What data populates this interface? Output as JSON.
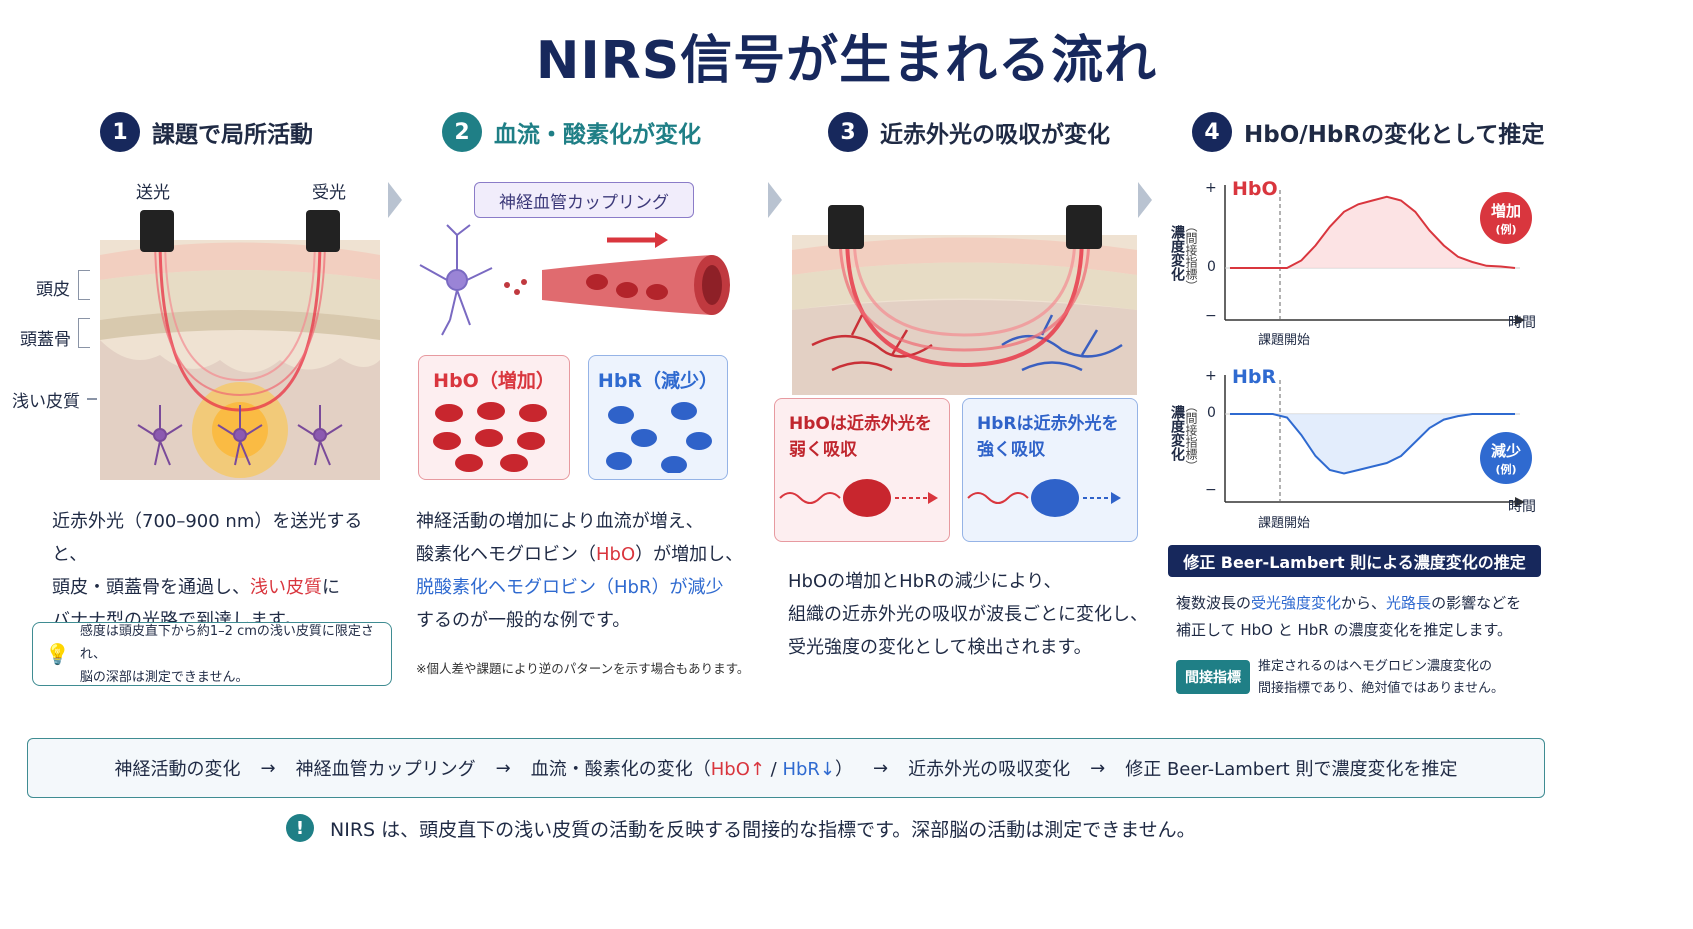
{
  "title": "NIRS信号が生まれる流れ",
  "colors": {
    "navy": "#17285c",
    "teal": "#1f7f86",
    "red": "#d9363e",
    "blue": "#2f6ad0"
  },
  "step1": {
    "num": "1",
    "heading": "課題で局所活動",
    "label_emit": "送光",
    "label_receive": "受光",
    "label_scalp": "頭皮",
    "label_skull": "頭蓋骨",
    "label_cortex": "浅い皮質",
    "text_line1": "近赤外光（700–900 nm）を送光すると、",
    "text_line2a": "頭皮・頭蓋骨を通過し、",
    "text_line2b": "浅い皮質",
    "text_line2c": "に",
    "text_line3": "バナナ型の光路で到達します。",
    "note_line1": "感度は頭皮直下から約1–2 cmの浅い皮質に限定され、",
    "note_line2": "脳の深部は測定できません。"
  },
  "step2": {
    "num": "2",
    "heading": "血流・酸素化が変化",
    "coupling_label": "神経血管カップリング",
    "hbo_title": "HbO（増加）",
    "hbr_title": "HbR（減少）",
    "text_line1": "神経活動の増加により血流が増え、",
    "text_line2a": "酸素化ヘモグロビン（",
    "text_line2b": "HbO",
    "text_line2c": "）が増加し、",
    "text_line3": "脱酸素化ヘモグロビン（HbR）が減少",
    "text_line4": "するのが一般的な例です。",
    "note": "※個人差や課題により逆のパターンを示す場合もあります。"
  },
  "step3": {
    "num": "3",
    "heading": "近赤外光の吸収が変化",
    "hbo_line1": "HbOは近赤外光を",
    "hbo_line2": "弱く吸収",
    "hbr_line1": "HbRは近赤外光を",
    "hbr_line2": "強く吸収",
    "text_line1": "HbOの増加とHbRの減少により、",
    "text_line2": "組織の近赤外光の吸収が波長ごとに変化し、",
    "text_line3": "受光強度の変化として検出されます。"
  },
  "step4": {
    "num": "4",
    "heading": "HbO/HbRの変化として推定",
    "ylabel": "濃度変化",
    "ylabel_sub": "（間接指標）",
    "plus": "+",
    "zero": "0",
    "minus": "−",
    "xlabel": "時間",
    "onset": "課題開始",
    "hbo_label": "HbO",
    "hbr_label": "HbR",
    "inc_label": "増加",
    "dec_label": "減少",
    "ex_label": "(例)",
    "method_title": "修正 Beer-Lambert 則による濃度変化の推定",
    "method_line1a": "複数波長の",
    "method_line1b": "受光強度変化",
    "method_line1c": "から、",
    "method_line1d": "光路長",
    "method_line1e": "の影響などを",
    "method_line2": "補正して HbO と HbR の濃度変化を推定します。",
    "indirect_tag": "間接指標",
    "indirect_line1": "推定されるのはヘモグロビン濃度変化の",
    "indirect_line2": "間接指標であり、絶対値ではありません。"
  },
  "chart_data": [
    {
      "type": "line",
      "title": "HbO",
      "xlabel": "時間",
      "ylabel": "濃度変化（間接指標）",
      "annotation": "課題開始",
      "series": [
        {
          "name": "HbO",
          "x": [
            0,
            1,
            2,
            3,
            4,
            5,
            6,
            7,
            8,
            9,
            10,
            11,
            12,
            13,
            14,
            15,
            16,
            17,
            18,
            19,
            20
          ],
          "values": [
            0,
            0,
            0,
            0,
            0,
            0.1,
            0.3,
            0.55,
            0.75,
            0.85,
            0.9,
            0.95,
            0.9,
            0.75,
            0.5,
            0.3,
            0.15,
            0.08,
            0.03,
            0.02,
            0
          ]
        }
      ]
    },
    {
      "type": "line",
      "title": "HbR",
      "xlabel": "時間",
      "ylabel": "濃度変化（間接指標）",
      "annotation": "課題開始",
      "series": [
        {
          "name": "HbR",
          "x": [
            0,
            1,
            2,
            3,
            4,
            5,
            6,
            7,
            8,
            9,
            10,
            11,
            12,
            13,
            14,
            15,
            16,
            17,
            18,
            19,
            20
          ],
          "values": [
            0,
            0,
            0,
            0,
            -0.05,
            -0.3,
            -0.6,
            -0.8,
            -0.85,
            -0.8,
            -0.75,
            -0.7,
            -0.6,
            -0.4,
            -0.2,
            -0.08,
            -0.03,
            0,
            0,
            0,
            0
          ]
        }
      ]
    }
  ],
  "flow": {
    "a": "神経活動の変化",
    "arrow": "→",
    "b": "神経血管カップリング",
    "c1": "血流・酸素化の変化（",
    "c2": "HbO↑",
    "c3": " / ",
    "c4": "HbR↓",
    "c5": "）",
    "d": "近赤外光の吸収変化",
    "e": "修正 Beer-Lambert 則で濃度変化を推定"
  },
  "footer": {
    "icon": "!",
    "text": "NIRS は、頭皮直下の浅い皮質の活動を反映する間接的な指標です。深部脳の活動は測定できません。"
  }
}
